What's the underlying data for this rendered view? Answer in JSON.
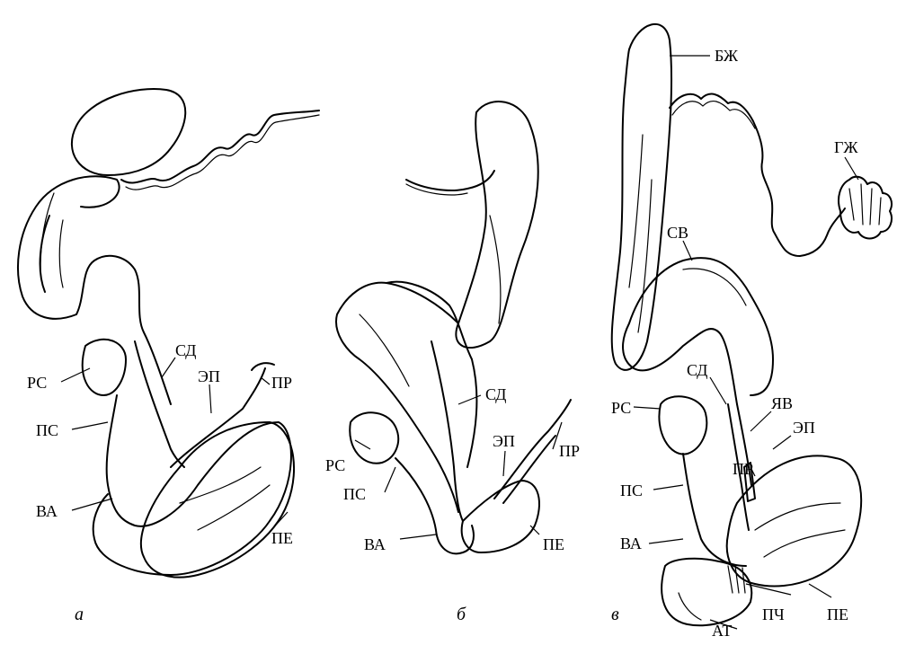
{
  "panels": [
    {
      "caption": "а",
      "labels": [
        "РС",
        "ПС",
        "ВА",
        "СД",
        "ЭП",
        "ПР",
        "ПЕ"
      ]
    },
    {
      "caption": "б",
      "labels": [
        "РС",
        "ПС",
        "ВА",
        "СД",
        "ЭП",
        "ПР",
        "ПЕ"
      ]
    },
    {
      "caption": "в",
      "labels": [
        "БЖ",
        "ГЖ",
        "СВ",
        "СД",
        "ЯВ",
        "РС",
        "ЭП",
        "ПР",
        "ПС",
        "ВА",
        "ПЧ",
        "ПЕ",
        "АТ"
      ]
    }
  ]
}
